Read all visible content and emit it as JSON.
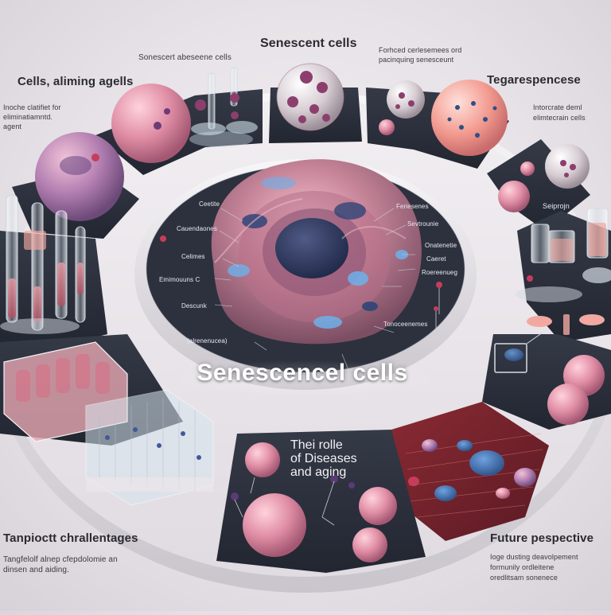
{
  "title": "Senescent cells",
  "center_title": "Senescencel cells",
  "top_left_title": "Cells, aliming agells",
  "top_left_caption_line1": "Inoche clatifiet for",
  "top_left_caption_line2": "eliminatiamntd.",
  "top_left_caption_line3": "agent",
  "top_center_left_caption": "Sonescert abeseene cells",
  "top_right_caption_line1": "Forhced cerlesemees ord",
  "top_right_caption_line2": "pacinquing senesceunt",
  "right_title": "Tegarespencese",
  "right_caption_line1": "Intorcrate deml",
  "right_caption_line2": "elimtecrain cells",
  "right_small_caption": "Seiprojn",
  "inner_labels_left": [
    "Ceetite",
    "Cauendaones",
    "Celimes",
    "Emimouuns C",
    "Descunk",
    "(alrenenucea)"
  ],
  "inner_labels_right": [
    "Feriesenes",
    "Sevtrounie",
    "Onatenetie",
    "Caeret",
    "Roereenueg",
    "Tonoceenemes"
  ],
  "center_panel_text": [
    "Thei rolle",
    "of Diseases",
    "and aging"
  ],
  "bottom_left_title": "Tanpioctt chrallentages",
  "bottom_left_caption_line1": "Tangfelolf alnep cfepdolomie an",
  "bottom_left_caption_line2": "dinsen and aiding.",
  "bottom_right_title": "Future pespective",
  "bottom_right_caption_line1": "Ioge dusting deavolpement",
  "bottom_right_caption_line2": "formunily ordleitene",
  "bottom_right_caption_line3": "oredlitsam sonenece",
  "colors": {
    "panel_dark": "#2b2f3a",
    "ring": "#e9e7ea",
    "cell_pink": "#d88aa0",
    "cell_blue": "#4a6fa8",
    "accent_red": "#c63d5b"
  }
}
